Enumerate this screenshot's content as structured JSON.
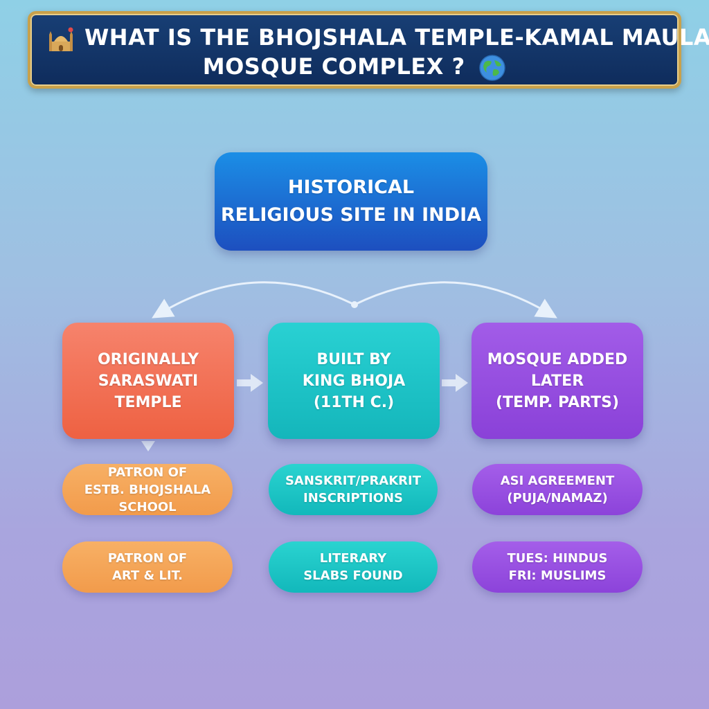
{
  "title": {
    "line1": "WHAT IS THE BHOJSHALA TEMPLE-KAMAL MAULA",
    "line2": "MOSQUE COMPLEX ?",
    "icon_left": "mosque-icon",
    "icon_right": "globe-icon"
  },
  "root": {
    "text": "HISTORICAL\nRELIGIOUS SITE IN INDIA"
  },
  "columns": [
    {
      "main": "ORIGINALLY\nSARASWATI\nTEMPLE",
      "details": [
        "PATRON OF\nESTB. BHOJSHALA\nSCHOOL",
        "PATRON OF\nART & LIT."
      ],
      "color": "#f06a4c"
    },
    {
      "main": "BUILT BY\nKING BHOJA\n(11TH C.)",
      "details": [
        "SANSKRIT/PRAKRIT\nINSCRIPTIONS",
        "LITERARY\nSLABS FOUND"
      ],
      "color": "#1fc3c6"
    },
    {
      "main": "MOSQUE ADDED\nLATER\n(TEMP. PARTS)",
      "details": [
        "ASI AGREEMENT\n(PUJA/NAMAZ)",
        "TUES: HINDUS\nFRI: MUSLIMS"
      ],
      "color": "#944de0"
    }
  ],
  "colors": {
    "banner": "#133466",
    "banner_border": "#c9a14a",
    "root": "#1d6fd6"
  }
}
